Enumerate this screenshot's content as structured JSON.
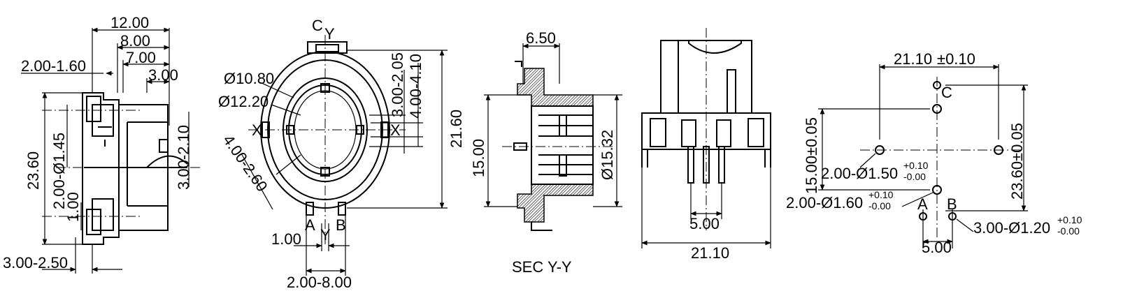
{
  "view_side": {
    "dim_12": "12.00",
    "dim_8": "8.00",
    "dim_7": "7.00",
    "dim_3": "3.00",
    "dim_2_160": "2.00-1.60",
    "dim_3_210": "3.00-2.10",
    "dim_2360": "23.60",
    "dim_2_145": "2.00-Ø1.45",
    "dim_100": "1.00",
    "dim_3_250": "3.00-2.50"
  },
  "view_top": {
    "label_c": "C",
    "label_y_top": "Y",
    "label_y_bottom": "Y",
    "label_x_left": "X",
    "label_x_right": "X",
    "label_a": "A",
    "label_b": "B",
    "dia_1080": "Ø10.80",
    "dia_1220": "Ø12.20",
    "dim_4_260": "4.00-2.60",
    "dim_3_205": "3.00-2.05",
    "dim_4_410": "4.00-4.10",
    "dim_2160": "21.60",
    "dim_100": "1.00",
    "dim_2_800": "2.00-8.00"
  },
  "view_section": {
    "dim_650": "6.50",
    "dim_1500": "15.00",
    "dia_1532": "Ø15.32",
    "caption": "SEC  Y-Y"
  },
  "view_front": {
    "dim_500": "5.00",
    "dim_2110": "21.10"
  },
  "view_pcb": {
    "dim_2110_main": "21.10",
    "dim_2110_tol": "±0.10",
    "dim_1500_tol": "15.00±0.05",
    "dim_2360_tol": "23.60±0.05",
    "hole_a_main": "2.00-Ø1.50",
    "hole_a_sup": "+0.10",
    "hole_a_sub": "-0.00",
    "hole_b_main": "2.00-Ø1.60",
    "hole_b_sup": "+0.10",
    "hole_b_sub": "-0.00",
    "hole_c_main": "3.00-Ø1.20",
    "hole_c_sup": "+0.10",
    "hole_c_sub": "-0.00",
    "label_a": "A",
    "label_b": "B",
    "label_c": "C",
    "dim_500": "5.00"
  }
}
